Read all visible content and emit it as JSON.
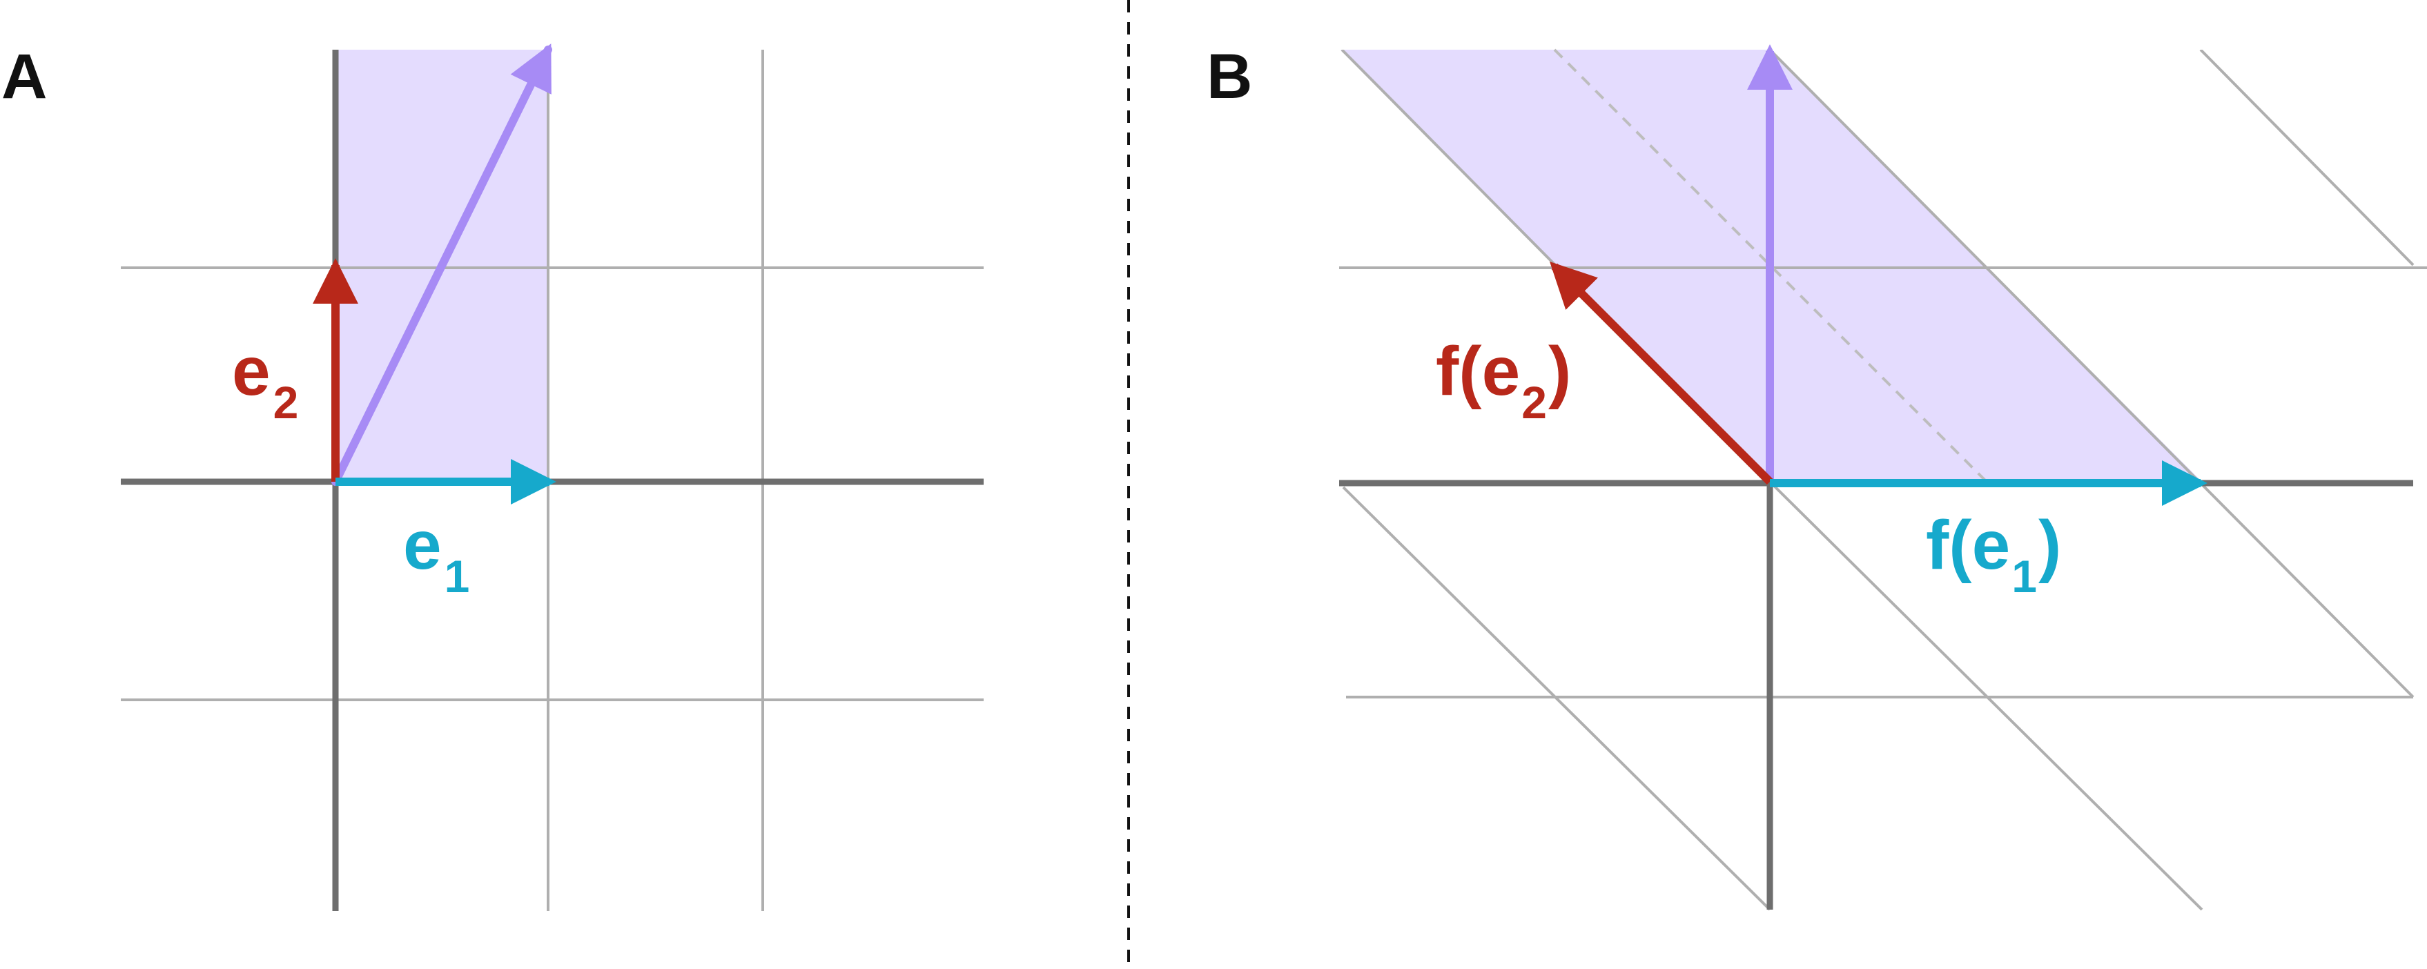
{
  "panels": [
    {
      "id": "A",
      "label": "A",
      "vectors": [
        {
          "id": "e1",
          "base": "e",
          "sub": "1",
          "color": "#16A9CC"
        },
        {
          "id": "e2",
          "base": "e",
          "sub": "2",
          "color": "#B8281A"
        },
        {
          "id": "sum",
          "color": "#A78BF5"
        }
      ]
    },
    {
      "id": "B",
      "label": "B",
      "vectors": [
        {
          "id": "fe1",
          "prefix": "f(",
          "base": "e",
          "sub": "1",
          "suffix": ")",
          "color": "#16A9CC"
        },
        {
          "id": "fe2",
          "prefix": "f(",
          "base": "e",
          "sub": "2",
          "suffix": ")",
          "color": "#B8281A"
        },
        {
          "id": "fsum",
          "color": "#A78BF5"
        }
      ]
    }
  ],
  "colors": {
    "grid": "#AFAFAF",
    "axis": "#6E6E6E",
    "region_fill": "#E4DCFE",
    "divider": "#111111",
    "text": "#111111"
  }
}
